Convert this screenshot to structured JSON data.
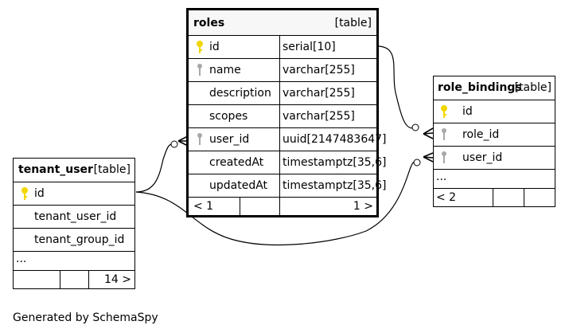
{
  "roles": {
    "name": "roles",
    "kind": "[table]",
    "columns": [
      {
        "name": "id",
        "type": "serial[10]",
        "key": "primary"
      },
      {
        "name": "name",
        "type": "varchar[255]",
        "key": "index"
      },
      {
        "name": "description",
        "type": "varchar[255]",
        "key": ""
      },
      {
        "name": "scopes",
        "type": "varchar[255]",
        "key": ""
      },
      {
        "name": "user_id",
        "type": "uuid[2147483647]",
        "key": "index"
      },
      {
        "name": "createdAt",
        "type": "timestamptz[35,6]",
        "key": ""
      },
      {
        "name": "updatedAt",
        "type": "timestamptz[35,6]",
        "key": ""
      }
    ],
    "footer_left": "< 1",
    "footer_right": "1 >"
  },
  "role_bindings": {
    "name": "role_bindings",
    "kind": "[table]",
    "columns": [
      {
        "name": "id",
        "key": "primary"
      },
      {
        "name": "role_id",
        "key": "index"
      },
      {
        "name": "user_id",
        "key": "index"
      }
    ],
    "more": "...",
    "footer_left": "< 2"
  },
  "tenant_user": {
    "name": "tenant_user",
    "kind": "[table]",
    "columns": [
      {
        "name": "id",
        "key": "primary"
      },
      {
        "name": "tenant_user_id",
        "key": ""
      },
      {
        "name": "tenant_group_id",
        "key": ""
      }
    ],
    "more": "...",
    "footer_right": "14 >"
  },
  "footer": {
    "generated_by": "Generated by SchemaSpy"
  },
  "colors": {
    "primary_key": "#f2d600",
    "index_key": "#a8a8a8"
  }
}
